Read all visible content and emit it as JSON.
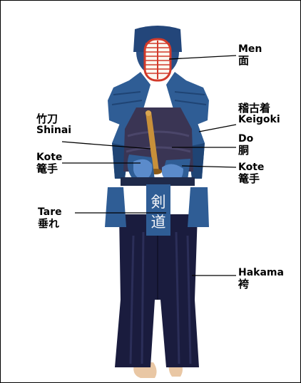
{
  "labels": {
    "men": {
      "en": "Men",
      "jp": "面"
    },
    "keigoki": {
      "jp": "稽古着",
      "en": "Keigoki"
    },
    "do": {
      "en": "Do",
      "jp": "胴"
    },
    "kote_right": {
      "en": "Kote",
      "jp": "篭手"
    },
    "hakama": {
      "en": "Hakama",
      "jp": "袴"
    },
    "shinai": {
      "jp": "竹刀",
      "en": "Shinai"
    },
    "kote_left": {
      "en": "Kote",
      "jp": "篭手"
    },
    "tare": {
      "en": "Tare",
      "jp": "垂れ"
    }
  },
  "tare_inscription": [
    "剣",
    "道"
  ],
  "colors": {
    "gi_blue": "#2f5d95",
    "gi_shadow": "#1f4474",
    "hakama_navy": "#1a1c3e",
    "do_purple": "#3a3554",
    "men_frame": "#d23a2a",
    "shinai": "#c8903a",
    "line": "#000000"
  }
}
